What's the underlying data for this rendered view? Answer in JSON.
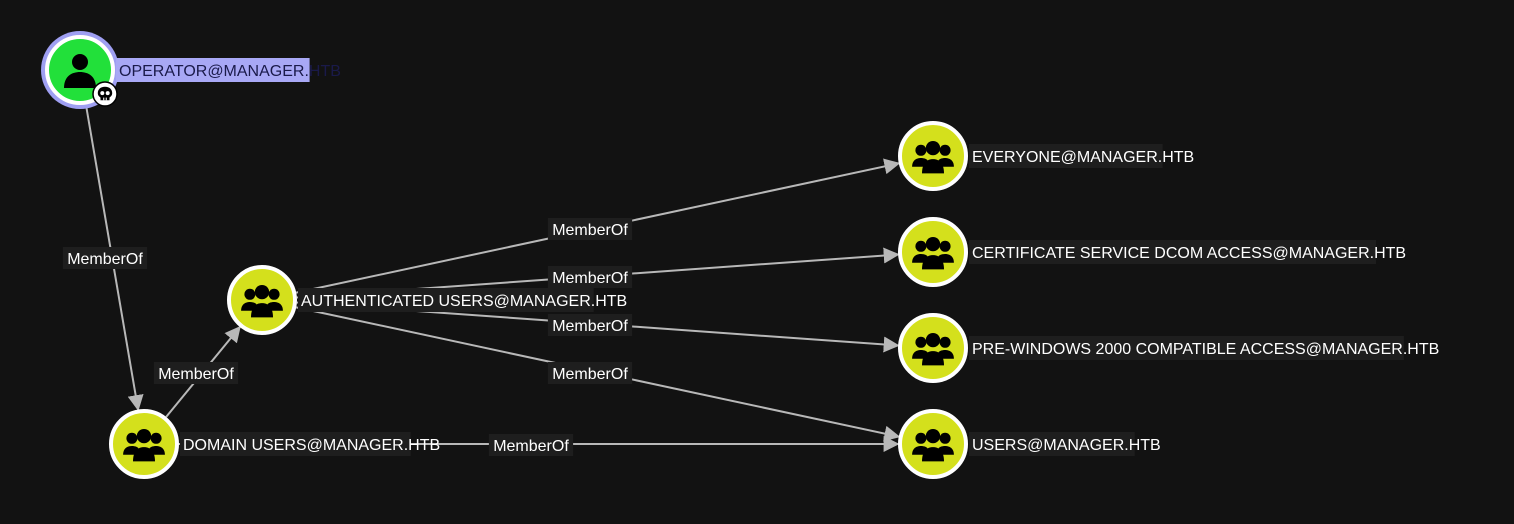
{
  "nodes": [
    {
      "id": "operator",
      "label": "OPERATOR@MANAGER.HTB",
      "kind": "user",
      "selected": true,
      "badge": "skull-badge"
    },
    {
      "id": "authenticated_users",
      "label": "AUTHENTICATED USERS@MANAGER.HTB",
      "kind": "group"
    },
    {
      "id": "domain_users",
      "label": "DOMAIN USERS@MANAGER.HTB",
      "kind": "group"
    },
    {
      "id": "everyone",
      "label": "EVERYONE@MANAGER.HTB",
      "kind": "group"
    },
    {
      "id": "cert_service_dcom",
      "label": "CERTIFICATE SERVICE DCOM ACCESS@MANAGER.HTB",
      "kind": "group"
    },
    {
      "id": "pre_windows_2000",
      "label": "PRE-WINDOWS 2000 COMPATIBLE ACCESS@MANAGER.HTB",
      "kind": "group"
    },
    {
      "id": "users",
      "label": "USERS@MANAGER.HTB",
      "kind": "group"
    }
  ],
  "edges": [
    {
      "from": "operator",
      "to": "domain_users",
      "label": "MemberOf"
    },
    {
      "from": "domain_users",
      "to": "authenticated_users",
      "label": "MemberOf"
    },
    {
      "from": "domain_users",
      "to": "users",
      "label": "MemberOf"
    },
    {
      "from": "authenticated_users",
      "to": "everyone",
      "label": "MemberOf"
    },
    {
      "from": "authenticated_users",
      "to": "cert_service_dcom",
      "label": "MemberOf"
    },
    {
      "from": "authenticated_users",
      "to": "pre_windows_2000",
      "label": "MemberOf"
    },
    {
      "from": "authenticated_users",
      "to": "users",
      "label": "MemberOf"
    }
  ],
  "colors": {
    "background": "#121212",
    "user_node": "#22e03a",
    "group_node": "#d4e01c",
    "node_border": "#ffffff",
    "selected_ring": "#9f9ff2",
    "selection_label_bg": "#a8a8f5",
    "edge": "#b8b8b8",
    "label_bg": "#1e1e1e"
  },
  "icons": {
    "user": "person-icon",
    "group": "group-icon",
    "badge": "skull-icon"
  }
}
